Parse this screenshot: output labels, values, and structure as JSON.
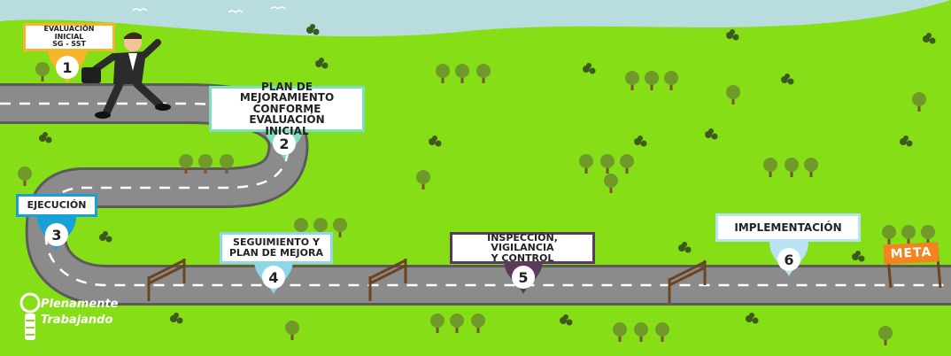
{
  "steps": [
    {
      "number": "1",
      "label": "EVALUACIÓN INICIAL\nSG - SST",
      "color": "#f7b52b"
    },
    {
      "number": "2",
      "label": "PLAN DE MEJORAMIENTO\nCONFORME EVALUACIÓN\nINICIAL",
      "color": "#7be0c0"
    },
    {
      "number": "3",
      "label": "EJECUCIÓN",
      "color": "#1aa0d8"
    },
    {
      "number": "4",
      "label": "SEGUIMIENTO Y\nPLAN DE MEJORA",
      "color": "#8fd6e8"
    },
    {
      "number": "5",
      "label": "INSPECCIÓN, VIGILANCIA\nY CONTROL",
      "color": "#5a3b5c"
    },
    {
      "number": "6",
      "label": "IMPLEMENTACIÓN",
      "color": "#b7e3f2"
    }
  ],
  "finish": {
    "label": "META",
    "color": "#f4821f"
  },
  "brand": {
    "line1": "Plenamente",
    "line2": "Trabajando"
  },
  "colors": {
    "sky": "#b9dcdf",
    "grass": "#86de16",
    "road": "#8b8b8b",
    "road_edge": "#5b5b5b",
    "tree": "#6f9a2a",
    "trunk": "#7a5230"
  }
}
